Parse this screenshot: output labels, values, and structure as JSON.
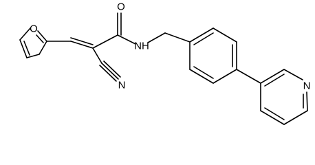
{
  "structure": {
    "atom_labels": {
      "furan_oxygen": "O",
      "carbonyl_oxygen": "O",
      "nitrile_nitrogen": "N",
      "amide_nitrogen": "NH",
      "pyridine_nitrogen": "N"
    }
  }
}
